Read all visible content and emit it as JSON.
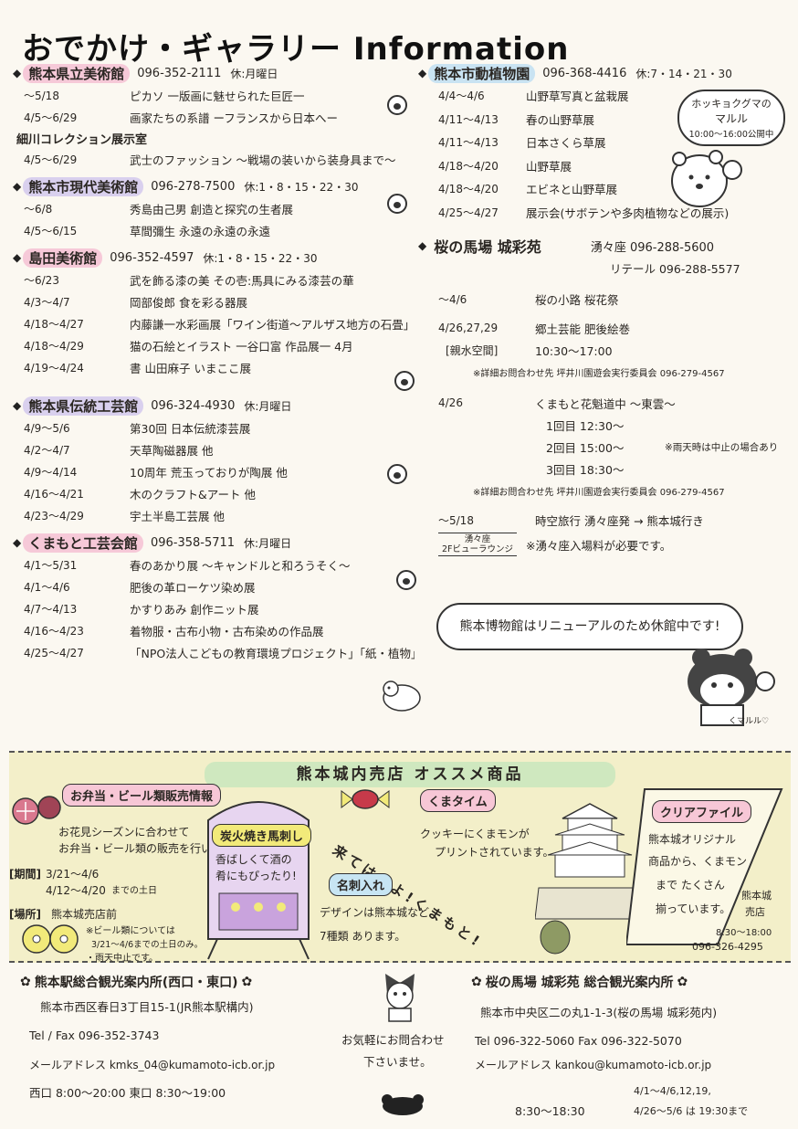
{
  "title": "おでかけ・ギャラリー Information",
  "museums_left": [
    {
      "name": "熊本県立美術館",
      "phone": "096-352-2111",
      "closed": "休:月曜日",
      "color": "pink",
      "items": [
        [
          "～5/18",
          "ピカソ 一版画に魅せられた巨匠一"
        ],
        [
          "4/5～6/29",
          "画家たちの系譜 ーフランスから日本へー"
        ]
      ],
      "sub": "細川コレクション展示室",
      "items2": [
        [
          "4/5～6/29",
          "武士のファッション ～戦場の装いから装身具まで～"
        ]
      ]
    },
    {
      "name": "熊本市現代美術館",
      "phone": "096-278-7500",
      "closed": "休:1・8・15・22・30",
      "color": "lav",
      "items": [
        [
          "～6/8",
          "秀島由己男 創造と探究の生者展"
        ],
        [
          "4/5～6/15",
          "草間彌生 永遠の永遠の永遠"
        ]
      ]
    },
    {
      "name": "島田美術館",
      "phone": "096-352-4597",
      "closed": "休:1・8・15・22・30",
      "color": "pink",
      "items": [
        [
          "～6/23",
          "武を飾る漆の美 その壱:馬具にみる漆芸の華"
        ],
        [
          "4/3～4/7",
          "岡部俊郎 食を彩る器展"
        ],
        [
          "4/18～4/27",
          "内藤謙一水彩画展「ワイン街道～アルザス地方の石畳」"
        ],
        [
          "4/18～4/29",
          "猫の石絵とイラスト 一谷口富 作品展一 4月"
        ],
        [
          "4/19～4/24",
          "書 山田麻子 いまここ展"
        ]
      ]
    },
    {
      "name": "熊本県伝統工芸館",
      "phone": "096-324-4930",
      "closed": "休:月曜日",
      "color": "lav",
      "items": [
        [
          "4/9～5/6",
          "第30回 日本伝統漆芸展"
        ],
        [
          "4/2～4/7",
          "天草陶磁器展 他"
        ],
        [
          "4/9～4/14",
          "10周年 荒玉っておりが陶展 他"
        ],
        [
          "4/16～4/21",
          "木のクラフト&アート 他"
        ],
        [
          "4/23～4/29",
          "宇土半島工芸展 他"
        ]
      ]
    },
    {
      "name": "くまもと工芸会館",
      "phone": "096-358-5711",
      "closed": "休:月曜日",
      "color": "pink",
      "items": [
        [
          "4/1～5/31",
          "春のあかり展 ～キャンドルと和ろうそく～"
        ],
        [
          "4/1～4/6",
          "肥後の革ローケツ染め展"
        ],
        [
          "4/7～4/13",
          "かすりあみ 創作ニット展"
        ],
        [
          "4/16～4/23",
          "着物服・古布小物・古布染めの作品展"
        ],
        [
          "4/25～4/27",
          "「NPO法人こどもの教育環境プロジェクト」「紙・植物」展示会"
        ]
      ]
    }
  ],
  "zoo": {
    "name": "熊本市動植物園",
    "phone": "096-368-4416",
    "closed": "休:7・14・21・30",
    "items": [
      [
        "4/4～4/6",
        "山野草写真と盆栽展"
      ],
      [
        "4/11～4/13",
        "春の山野草展"
      ],
      [
        "4/11～4/13",
        "日本さくら草展"
      ],
      [
        "4/18～4/20",
        "山野草展"
      ],
      [
        "4/18～4/20",
        "エビネと山野草展"
      ],
      [
        "4/25～4/27",
        "展示会(サボテンや多肉植物などの展示)"
      ]
    ],
    "bubble": [
      "ホッキョクグマの",
      "マルル",
      "10:00～16:00公開中"
    ]
  },
  "sakura": {
    "name": "桜の馬場 城彩苑",
    "yuyuza": "湧々座 096-288-5600",
    "retail": "リテール 096-288-5577",
    "e1": [
      "～4/6",
      "桜の小路 桜花祭"
    ],
    "e2": [
      "4/26,27,29",
      "郷土芸能 肥後絵巻"
    ],
    "e2b": [
      "[親水空間]",
      "10:30～17:00"
    ],
    "note1": "※詳細お問合わせ先 坪井川園遊会実行委員会 096-279-4567",
    "e3": [
      "4/26",
      "くまもと花魁道中 ～東雲～"
    ],
    "times": [
      "1回目 12:30～",
      "2回目 15:00～",
      "3回目 18:30～"
    ],
    "rain": "※雨天時は中止の場合あり",
    "note2": "※詳細お問合わせ先 坪井川園遊会実行委員会 096-279-4567",
    "e4": [
      "～5/18",
      "時空旅行 湧々座発 → 熊本城行き"
    ],
    "e4b": [
      "湧々座",
      "2Fビューラウンジ"
    ],
    "e4c": "※湧々座入場料が必要です。"
  },
  "museum_note": "熊本博物館はリニューアルのため休館中です!",
  "kumamaru": "くマルル♡",
  "store": {
    "title": "熊本城内売店 オススメ商品",
    "bento_tag": "お弁当・ビール類販売情報",
    "bento": [
      "お花見シーズンに合わせて",
      "お弁当・ビール類の販売を行います!"
    ],
    "period_lbl": "[期間]",
    "period": [
      "3/21～4/6",
      "4/12～4/20",
      "までの土日"
    ],
    "place_lbl": "[場所]",
    "place": "熊本城売店前",
    "beer_note": [
      "※ビール類については",
      "3/21～4/6までの土日のみ。",
      "・雨天中止です。"
    ],
    "sumi_tag": "炭火焼き馬刺し",
    "sumi": [
      "香ばしくて酒の",
      "肴にもぴったり!"
    ],
    "come": "来てはいよ!くまもと!",
    "meishi_tag": "名刺入れ",
    "meishi": [
      "デザインは熊本城など",
      "7種類 あります。"
    ],
    "kuma_tag": "くまタイム",
    "kuma": [
      "クッキーにくまモンが",
      "プリントされています。"
    ],
    "clear_tag": "クリアファイル",
    "clear": [
      "熊本城オリジナル",
      "商品から、くまモン",
      "まで たくさん",
      "揃っています。"
    ],
    "shop": [
      "熊本城",
      "売店"
    ],
    "shop_hours": "8:30～18:00",
    "shop_tel": "096-326-4295"
  },
  "foot_left": {
    "title": "熊本駅総合観光案内所(西口・東口)",
    "addr": "熊本市西区春日3丁目15-1(JR熊本駅構内)",
    "tel": "Tel / Fax   096-352-3743",
    "mail": "メールアドレス  kmks_04@kumamoto-icb.or.jp",
    "hours": "西口 8:00～20:00  東口 8:30～19:00"
  },
  "foot_mid": [
    "お気軽にお問合わせ",
    "下さいませ。"
  ],
  "foot_right": {
    "title": "桜の馬場 城彩苑 総合観光案内所",
    "addr": "熊本市中央区二の丸1-1-3(桜の馬場 城彩苑内)",
    "tel": "Tel 096-322-5060  Fax 096-322-5070",
    "mail": "メールアドレス  kankou@kumamoto-icb.or.jp",
    "hours": "8:30～18:30",
    "hours2": "4/1～4/6,12,19,",
    "hours3": "4/26～5/6 は 19:30まで"
  }
}
